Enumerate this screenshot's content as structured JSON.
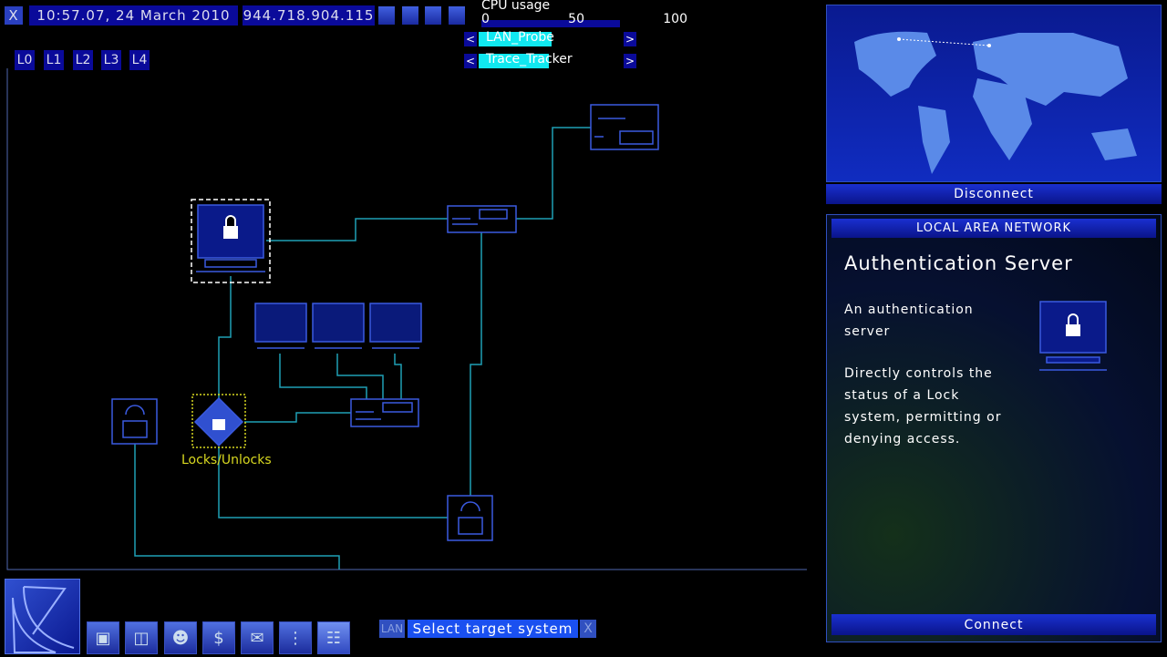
{
  "topbar": {
    "close": "X",
    "datetime": "10:57.07, 24 March 2010",
    "ip": "944.718.904.115",
    "cpu_label": "CPU usage",
    "cpu_scale": [
      "0",
      "50",
      "100"
    ]
  },
  "programs": [
    {
      "name": "LAN_Probe",
      "progress": 0.75
    },
    {
      "name": "Trace_Tracker",
      "progress": 0.6
    }
  ],
  "levels": [
    "L0",
    "L1",
    "L2",
    "L3",
    "L4"
  ],
  "network": {
    "selected_label": "Locks/Unlocks"
  },
  "right": {
    "disconnect": "Disconnect",
    "panel_title": "LOCAL AREA NETWORK",
    "system_name": "Authentication Server",
    "desc1": "An authentication server",
    "desc2": "Directly controls the status of a Lock system, permitting or denying access.",
    "connect": "Connect"
  },
  "bottom": {
    "lan_tag": "LAN",
    "status": "Select target system",
    "close": "X",
    "tools": [
      "computer-icon",
      "disk-icon",
      "hud-person-icon",
      "finance-icon",
      "email-icon",
      "gateway-icon",
      "lan-icon"
    ]
  },
  "colors": {
    "link": "#1f9fb5",
    "node": "#3a5ae0",
    "select": "#ffffff",
    "lockselect": "#d8d820"
  }
}
